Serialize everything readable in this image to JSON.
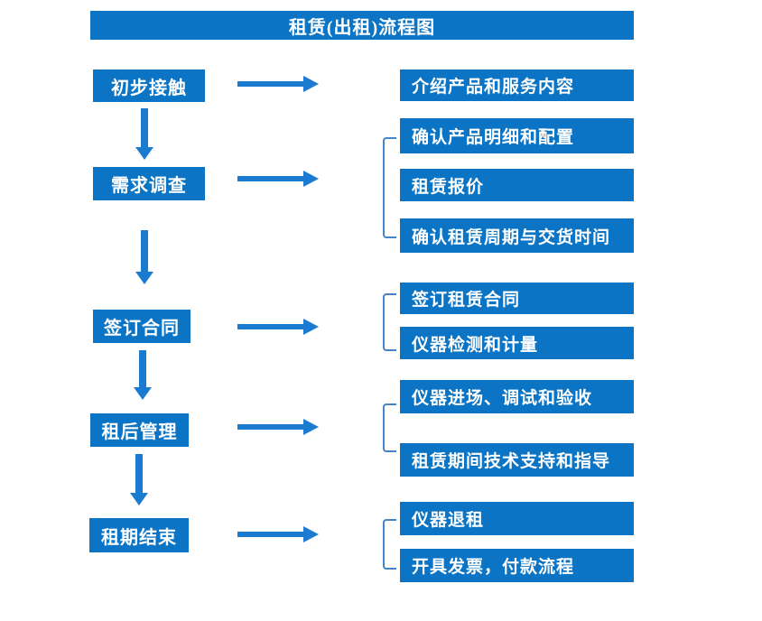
{
  "title": "租赁(出租)流程图",
  "colors": {
    "box_blue": "#0b74c4",
    "arrow_blue": "#1b7bd0",
    "bracket_blue": "#4385c6",
    "text_white": "#ffffff"
  },
  "flow": {
    "steps": [
      {
        "label": "初步接触",
        "outputs": [
          "介绍产品和服务内容"
        ]
      },
      {
        "label": "需求调查",
        "outputs": [
          "确认产品明细和配置",
          "租赁报价",
          "确认租赁周期与交货时间"
        ]
      },
      {
        "label": "签订合同",
        "outputs": [
          "签订租赁合同",
          "仪器检测和计量"
        ]
      },
      {
        "label": "租后管理",
        "outputs": [
          "仪器进场、调试和验收",
          "租赁期间技术支持和指导"
        ]
      },
      {
        "label": "租期结束",
        "outputs": [
          "仪器退租",
          "开具发票，付款流程"
        ]
      }
    ]
  }
}
